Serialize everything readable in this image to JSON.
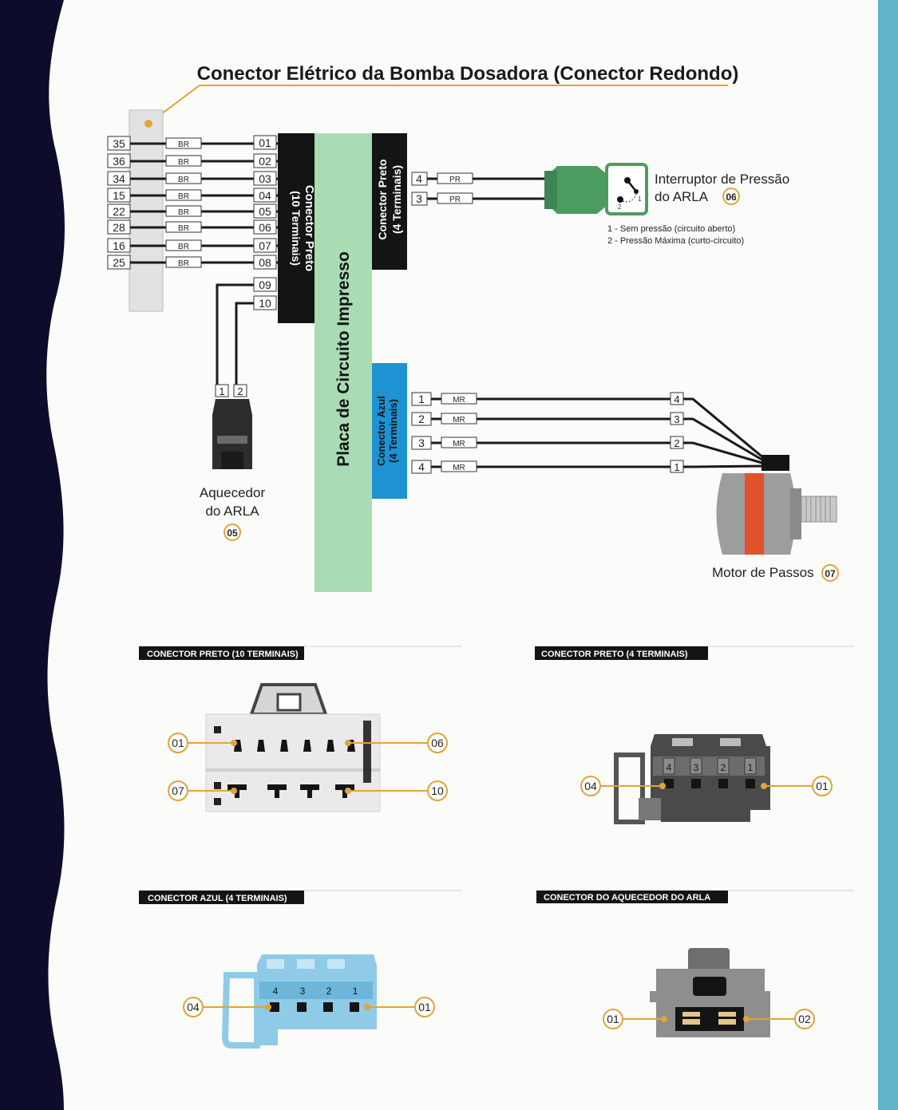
{
  "colors": {
    "navy": "#0d0c2b",
    "teal_stripe": "#63b3c8",
    "pcb_green": "#a9dcb4",
    "blue_connector": "#1d93d4",
    "callout_orange": "#e0a43a",
    "motor_red": "#e0522c",
    "valve_green": "#4c9c62"
  },
  "title": "Conector Elétrico da Bomba Dosadora (Conector Redondo)",
  "round_connector_pins": [
    "35",
    "36",
    "34",
    "15",
    "22",
    "28",
    "16",
    "25"
  ],
  "wire_code_br": "BR",
  "wire_code_pr": "PR",
  "wire_code_mr": "MR",
  "black10_terms": [
    "01",
    "02",
    "03",
    "04",
    "05",
    "06",
    "07",
    "08",
    "09",
    "10"
  ],
  "black10_label_line1": "Conector Preto",
  "black10_label_line2": "(10 Terminais)",
  "pcb_label": "Placa de Circuito Impresso",
  "black4_label_line1": "Conector Preto",
  "black4_label_line2": "(4 Terminais)",
  "black4_terms": [
    "4",
    "3"
  ],
  "switch": {
    "line1": "Interruptor de Pressão",
    "line2": "do ARLA",
    "num": "06",
    "pin1": "1",
    "pin2": "2",
    "note1": "1 - Sem pressão (circuito aberto)",
    "note2": "2 - Pressão Máxima (curto-circuito)"
  },
  "blue_label_line1": "Conector Azul",
  "blue_label_line2": "(4 Terminais)",
  "blue_terms": [
    "1",
    "2",
    "3",
    "4"
  ],
  "motor_terms": [
    "4",
    "3",
    "2",
    "1"
  ],
  "motor": {
    "label": "Motor de Passos",
    "num": "07"
  },
  "heater": {
    "line1": "Aquecedor",
    "line2": "do ARLA",
    "num": "05",
    "pin1": "1",
    "pin2": "2"
  },
  "panels": {
    "black10": {
      "header": "CONECTOR PRETO (10 TERMINAIS)",
      "c1": "01",
      "c2": "06",
      "c3": "07",
      "c4": "10"
    },
    "black4": {
      "header": "CONECTOR PRETO (4 TERMINAIS)",
      "left": "04",
      "right": "01",
      "pins": [
        "4",
        "3",
        "2",
        "1"
      ]
    },
    "blue4": {
      "header": "CONECTOR AZUL (4 TERMINAIS)",
      "left": "04",
      "right": "01",
      "pins": [
        "4",
        "3",
        "2",
        "1"
      ]
    },
    "heater": {
      "header": "CONECTOR DO AQUECEDOR DO ARLA",
      "left": "01",
      "right": "02"
    }
  }
}
